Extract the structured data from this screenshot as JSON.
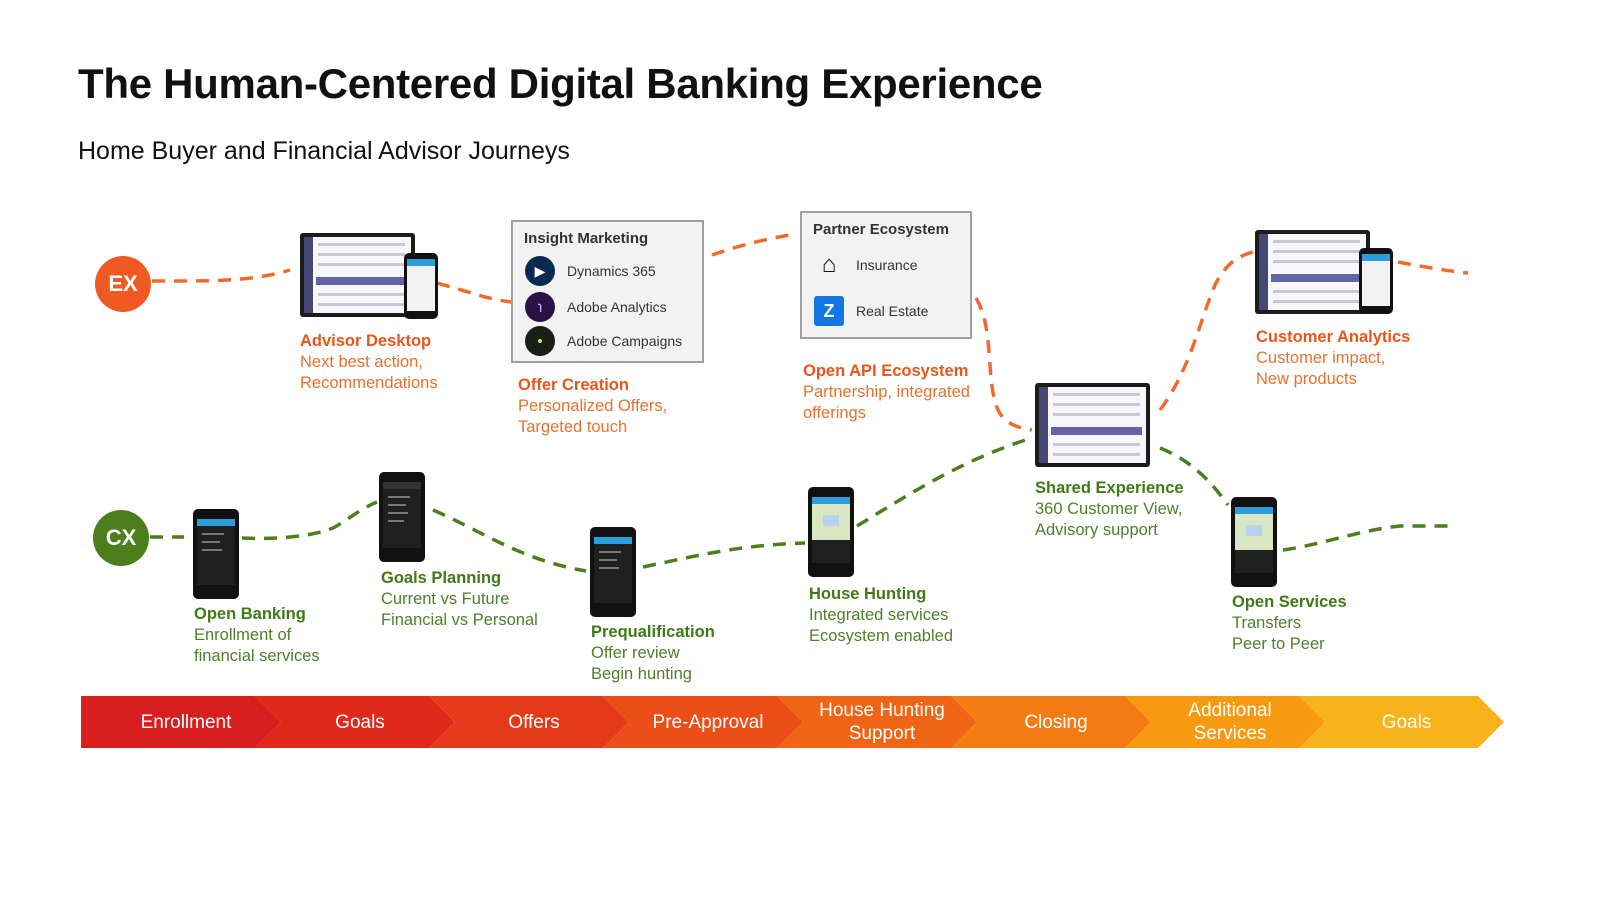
{
  "title": "The Human-Centered Digital Banking Experience",
  "subtitle": "Home Buyer and Financial Advisor Journeys",
  "lanes": {
    "ex": "EX",
    "cx": "CX"
  },
  "colors": {
    "ex": "#f05a22",
    "cx": "#4a7f1c"
  },
  "ex_steps": [
    {
      "title": "Advisor Desktop",
      "lines": [
        "Next best action,",
        "Recommendations"
      ]
    },
    {
      "title": "Offer Creation",
      "lines": [
        "Personalized Offers,",
        "Targeted touch"
      ]
    },
    {
      "title": "Open API Ecosystem",
      "lines": [
        "Partnership, integrated",
        "offerings"
      ]
    },
    {
      "title": "Customer Analytics",
      "lines": [
        "Customer impact,",
        "New products"
      ]
    }
  ],
  "shared": {
    "title": "Shared Experience",
    "lines": [
      "360 Customer View,",
      "Advisory support"
    ]
  },
  "cx_steps": [
    {
      "title": "Open Banking",
      "lines": [
        "Enrollment of",
        "financial services"
      ]
    },
    {
      "title": "Goals Planning",
      "lines": [
        "Current vs Future",
        "Financial vs Personal"
      ]
    },
    {
      "title": "Prequalification",
      "lines": [
        "Offer review",
        "Begin hunting"
      ]
    },
    {
      "title": "House Hunting",
      "lines": [
        "Integrated services",
        "Ecosystem enabled"
      ]
    },
    {
      "title": "Open Services",
      "lines": [
        "Transfers",
        "Peer to Peer"
      ]
    }
  ],
  "insight_box": {
    "title": "Insight Marketing",
    "items": [
      {
        "label": "Dynamics 365",
        "icon": "dynamics-365-icon"
      },
      {
        "label": "Adobe Analytics",
        "icon": "adobe-analytics-icon"
      },
      {
        "label": "Adobe Campaigns",
        "icon": "adobe-campaigns-icon"
      }
    ]
  },
  "partner_box": {
    "title": "Partner Ecosystem",
    "items": [
      {
        "label": "Insurance",
        "icon": "house-hand-icon"
      },
      {
        "label": "Real Estate",
        "icon": "zillow-icon"
      }
    ]
  },
  "process": [
    {
      "label": "Enrollment",
      "color": "#d81e1e"
    },
    {
      "label": "Goals",
      "color": "#e0281b"
    },
    {
      "label": "Offers",
      "color": "#e53a19"
    },
    {
      "label": "Pre-Approval",
      "color": "#eb4f17"
    },
    {
      "label": "House Hunting Support",
      "color": "#f06416"
    },
    {
      "label": "Closing",
      "color": "#f47c14"
    },
    {
      "label": "Additional Services",
      "color": "#f79a12"
    },
    {
      "label": "Goals",
      "color": "#f8b21a"
    }
  ]
}
